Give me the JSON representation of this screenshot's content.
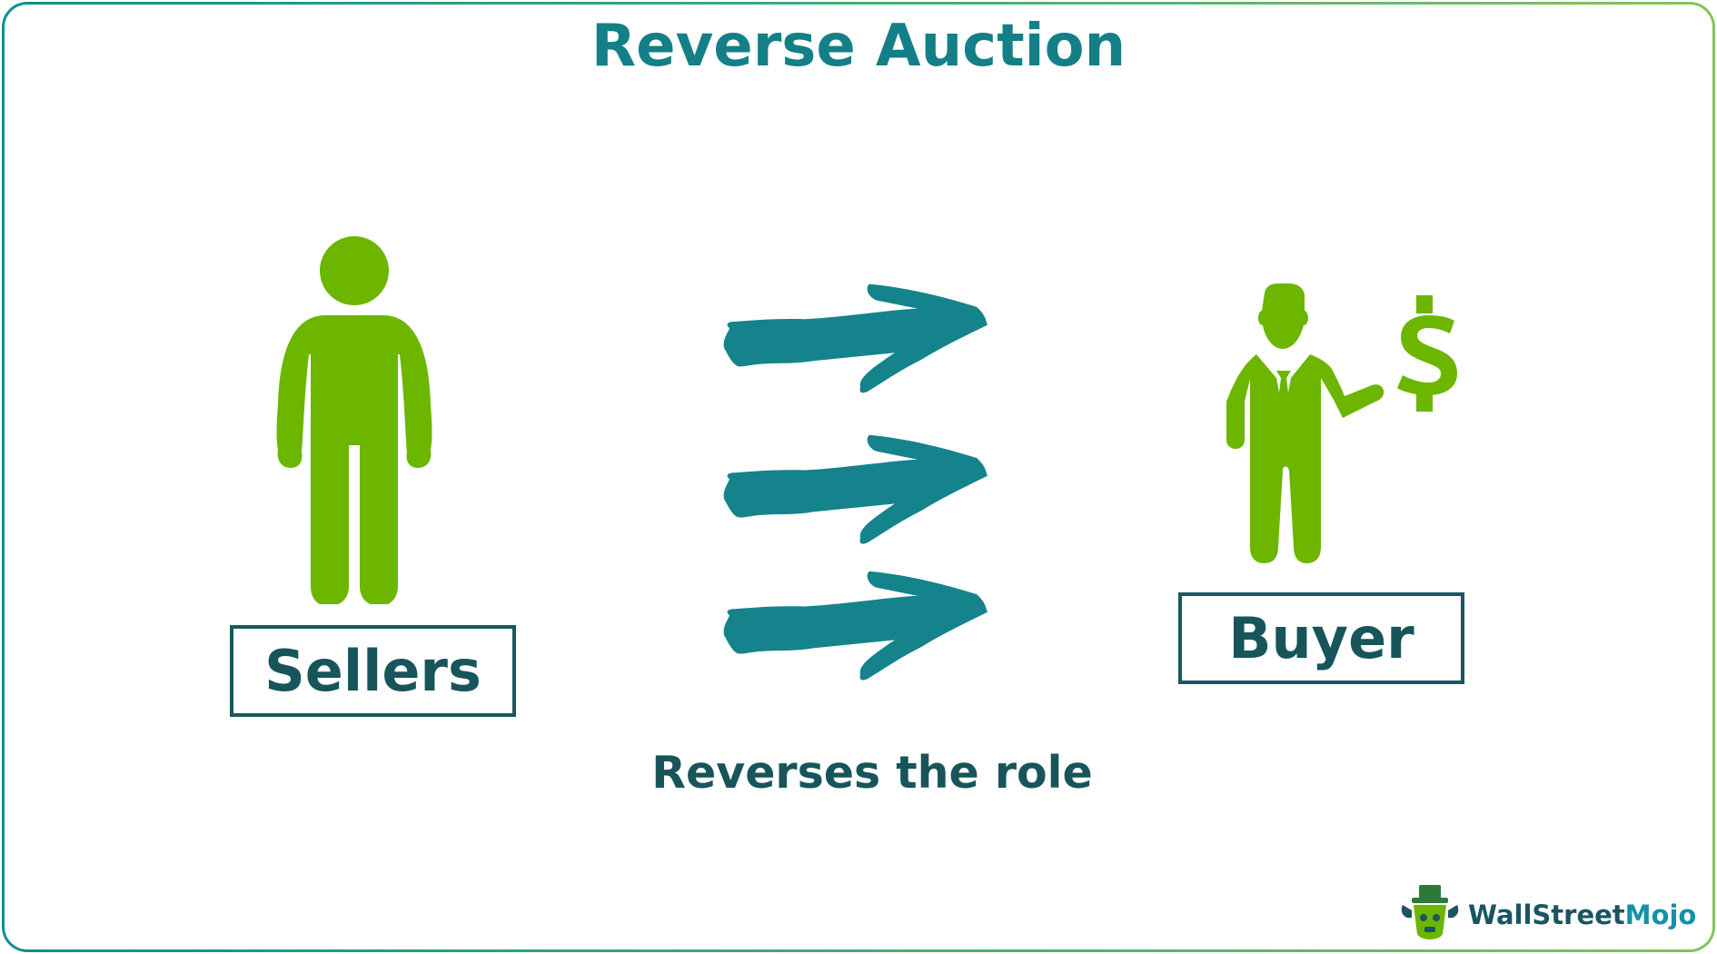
{
  "title": "Reverse Auction",
  "left_label": "Sellers",
  "right_label": "Buyer",
  "caption": "Reverses the role",
  "currency_symbol": "$",
  "logo": {
    "part1": "WallStreet",
    "part2": "Mojo"
  },
  "colors": {
    "title": "#137f87",
    "figure_green": "#6cb600",
    "arrow_teal": "#14838c",
    "label_dark": "#17555b"
  },
  "icons": [
    "person-icon",
    "arrow-icon",
    "businessman-icon",
    "dollar-icon",
    "logo-mascot-icon"
  ]
}
